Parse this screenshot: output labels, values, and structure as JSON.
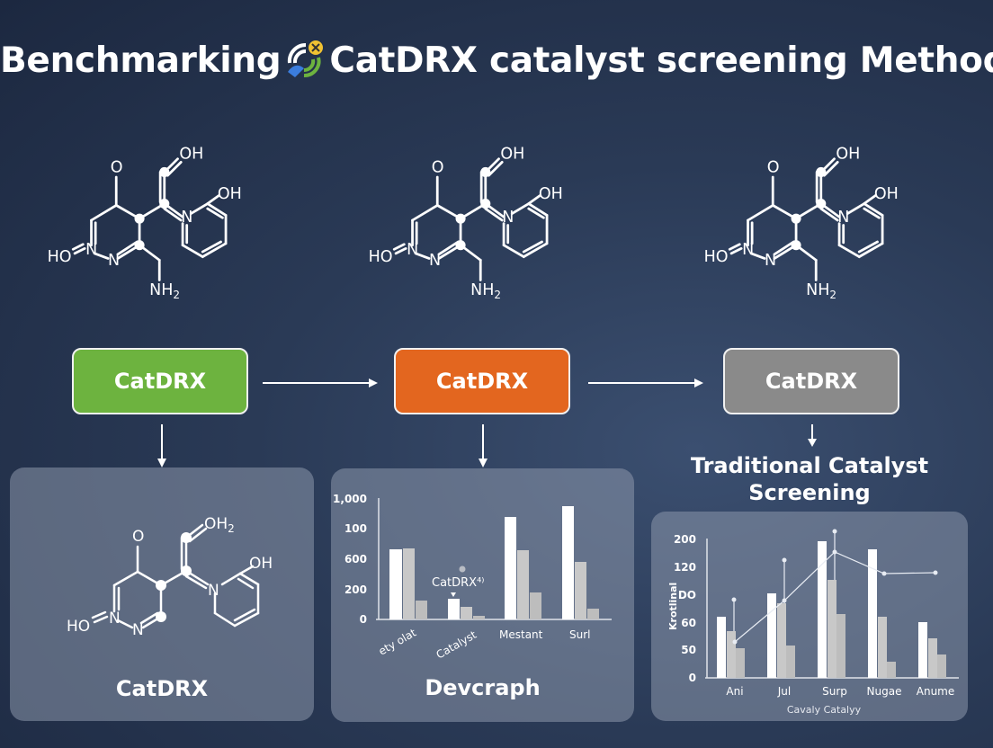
{
  "title": {
    "prefix": "Benchmarking",
    "suffix": "CatDRX catalyst screening Methods",
    "logo_icon": "catdrx-logo-icon"
  },
  "molecules": [
    {
      "labels": {
        "o_top": "OH",
        "o_ring": "O",
        "oh_right": "OH",
        "ho_left": "HO",
        "n1": "N",
        "n2": "N",
        "n3": "N",
        "nh2": "NH",
        "nh2_sub": "2"
      }
    },
    {
      "labels": {
        "o_top": "OH",
        "o_ring": "O",
        "oh_right": "OH",
        "ho_left": "HO",
        "n1": "N",
        "n2": "N",
        "n3": "N",
        "nh2": "NH",
        "nh2_sub": "2"
      }
    },
    {
      "labels": {
        "o_top": "OH",
        "o_ring": "O",
        "oh_right": "OH",
        "ho_left": "HO",
        "n1": "N",
        "n2": "N",
        "n3": "N",
        "nh2": "NH",
        "nh2_sub": "2"
      }
    }
  ],
  "stages": [
    {
      "label": "CatDRX",
      "color": "#6db33f"
    },
    {
      "label": "CatDRX",
      "color": "#e3661f"
    },
    {
      "label": "CatDRX",
      "color": "#8a8a8a"
    }
  ],
  "traditional_label": {
    "line1": "Traditional Catalyst",
    "line2": "Screening"
  },
  "panels": {
    "left": {
      "label": "CatDRX",
      "molecule": {
        "o_top": "OH",
        "o_top_sub": "2",
        "o_ring": "O",
        "oh_right": "OH",
        "ho_left": "HO",
        "n1": "N",
        "n2": "N",
        "n3": "N"
      }
    },
    "middle": {
      "label": "Devcraph",
      "annotation": "CatDRX⁴⁾"
    },
    "right": {}
  },
  "chart_data": [
    {
      "type": "bar",
      "title": "Devcraph",
      "categories": [
        "ety olat",
        "Catalyst",
        "Mestant",
        "Surl"
      ],
      "yticks": [
        "0",
        "200",
        "600",
        "100",
        "1,000"
      ],
      "series": [
        {
          "name": "series-1",
          "color": "#ffffff",
          "values": [
            660,
            190,
            980,
            1080
          ]
        },
        {
          "name": "series-2",
          "color": "#c8c8c8",
          "values": [
            670,
            120,
            650,
            540
          ]
        },
        {
          "name": "series-3",
          "color": "#bdbdbd",
          "values": [
            170,
            30,
            240,
            100
          ]
        }
      ],
      "annotations": [
        {
          "text": "CatDRX⁴⁾",
          "category": "Catalyst"
        }
      ],
      "xlabel": "",
      "ylabel": "",
      "ylim": [
        0,
        1200
      ],
      "grid": false,
      "legend": "none"
    },
    {
      "type": "bar",
      "title": "",
      "categories": [
        "Ani",
        "Jul",
        "Surp",
        "Nugae",
        "Anume"
      ],
      "yticks": [
        "0",
        "50",
        "60",
        "DO",
        "120",
        "200"
      ],
      "series": [
        {
          "name": "series-1",
          "color": "#ffffff",
          "values": [
            66,
            84,
            200,
            187,
            62
          ]
        },
        {
          "name": "series-2",
          "color": "#c8c8c8",
          "values": [
            56,
            75,
            141,
            66,
            47
          ]
        },
        {
          "name": "series-3",
          "color": "#bdbdbd",
          "values": [
            43,
            42,
            70,
            18,
            36
          ]
        },
        {
          "name": "line",
          "type": "line",
          "color": "#e8ecf3",
          "values": [
            52,
            90,
            167,
            150,
            151
          ]
        }
      ],
      "error_bars": [
        {
          "category": "Ani",
          "top": 90
        },
        {
          "category": "Jul",
          "top": 140
        },
        {
          "category": "Surp",
          "top": 205
        }
      ],
      "xlabel": "Cavaly Catalyy",
      "ylabel": "Krotlinal",
      "ylim": [
        0,
        210
      ],
      "grid": false,
      "legend": "none"
    }
  ]
}
